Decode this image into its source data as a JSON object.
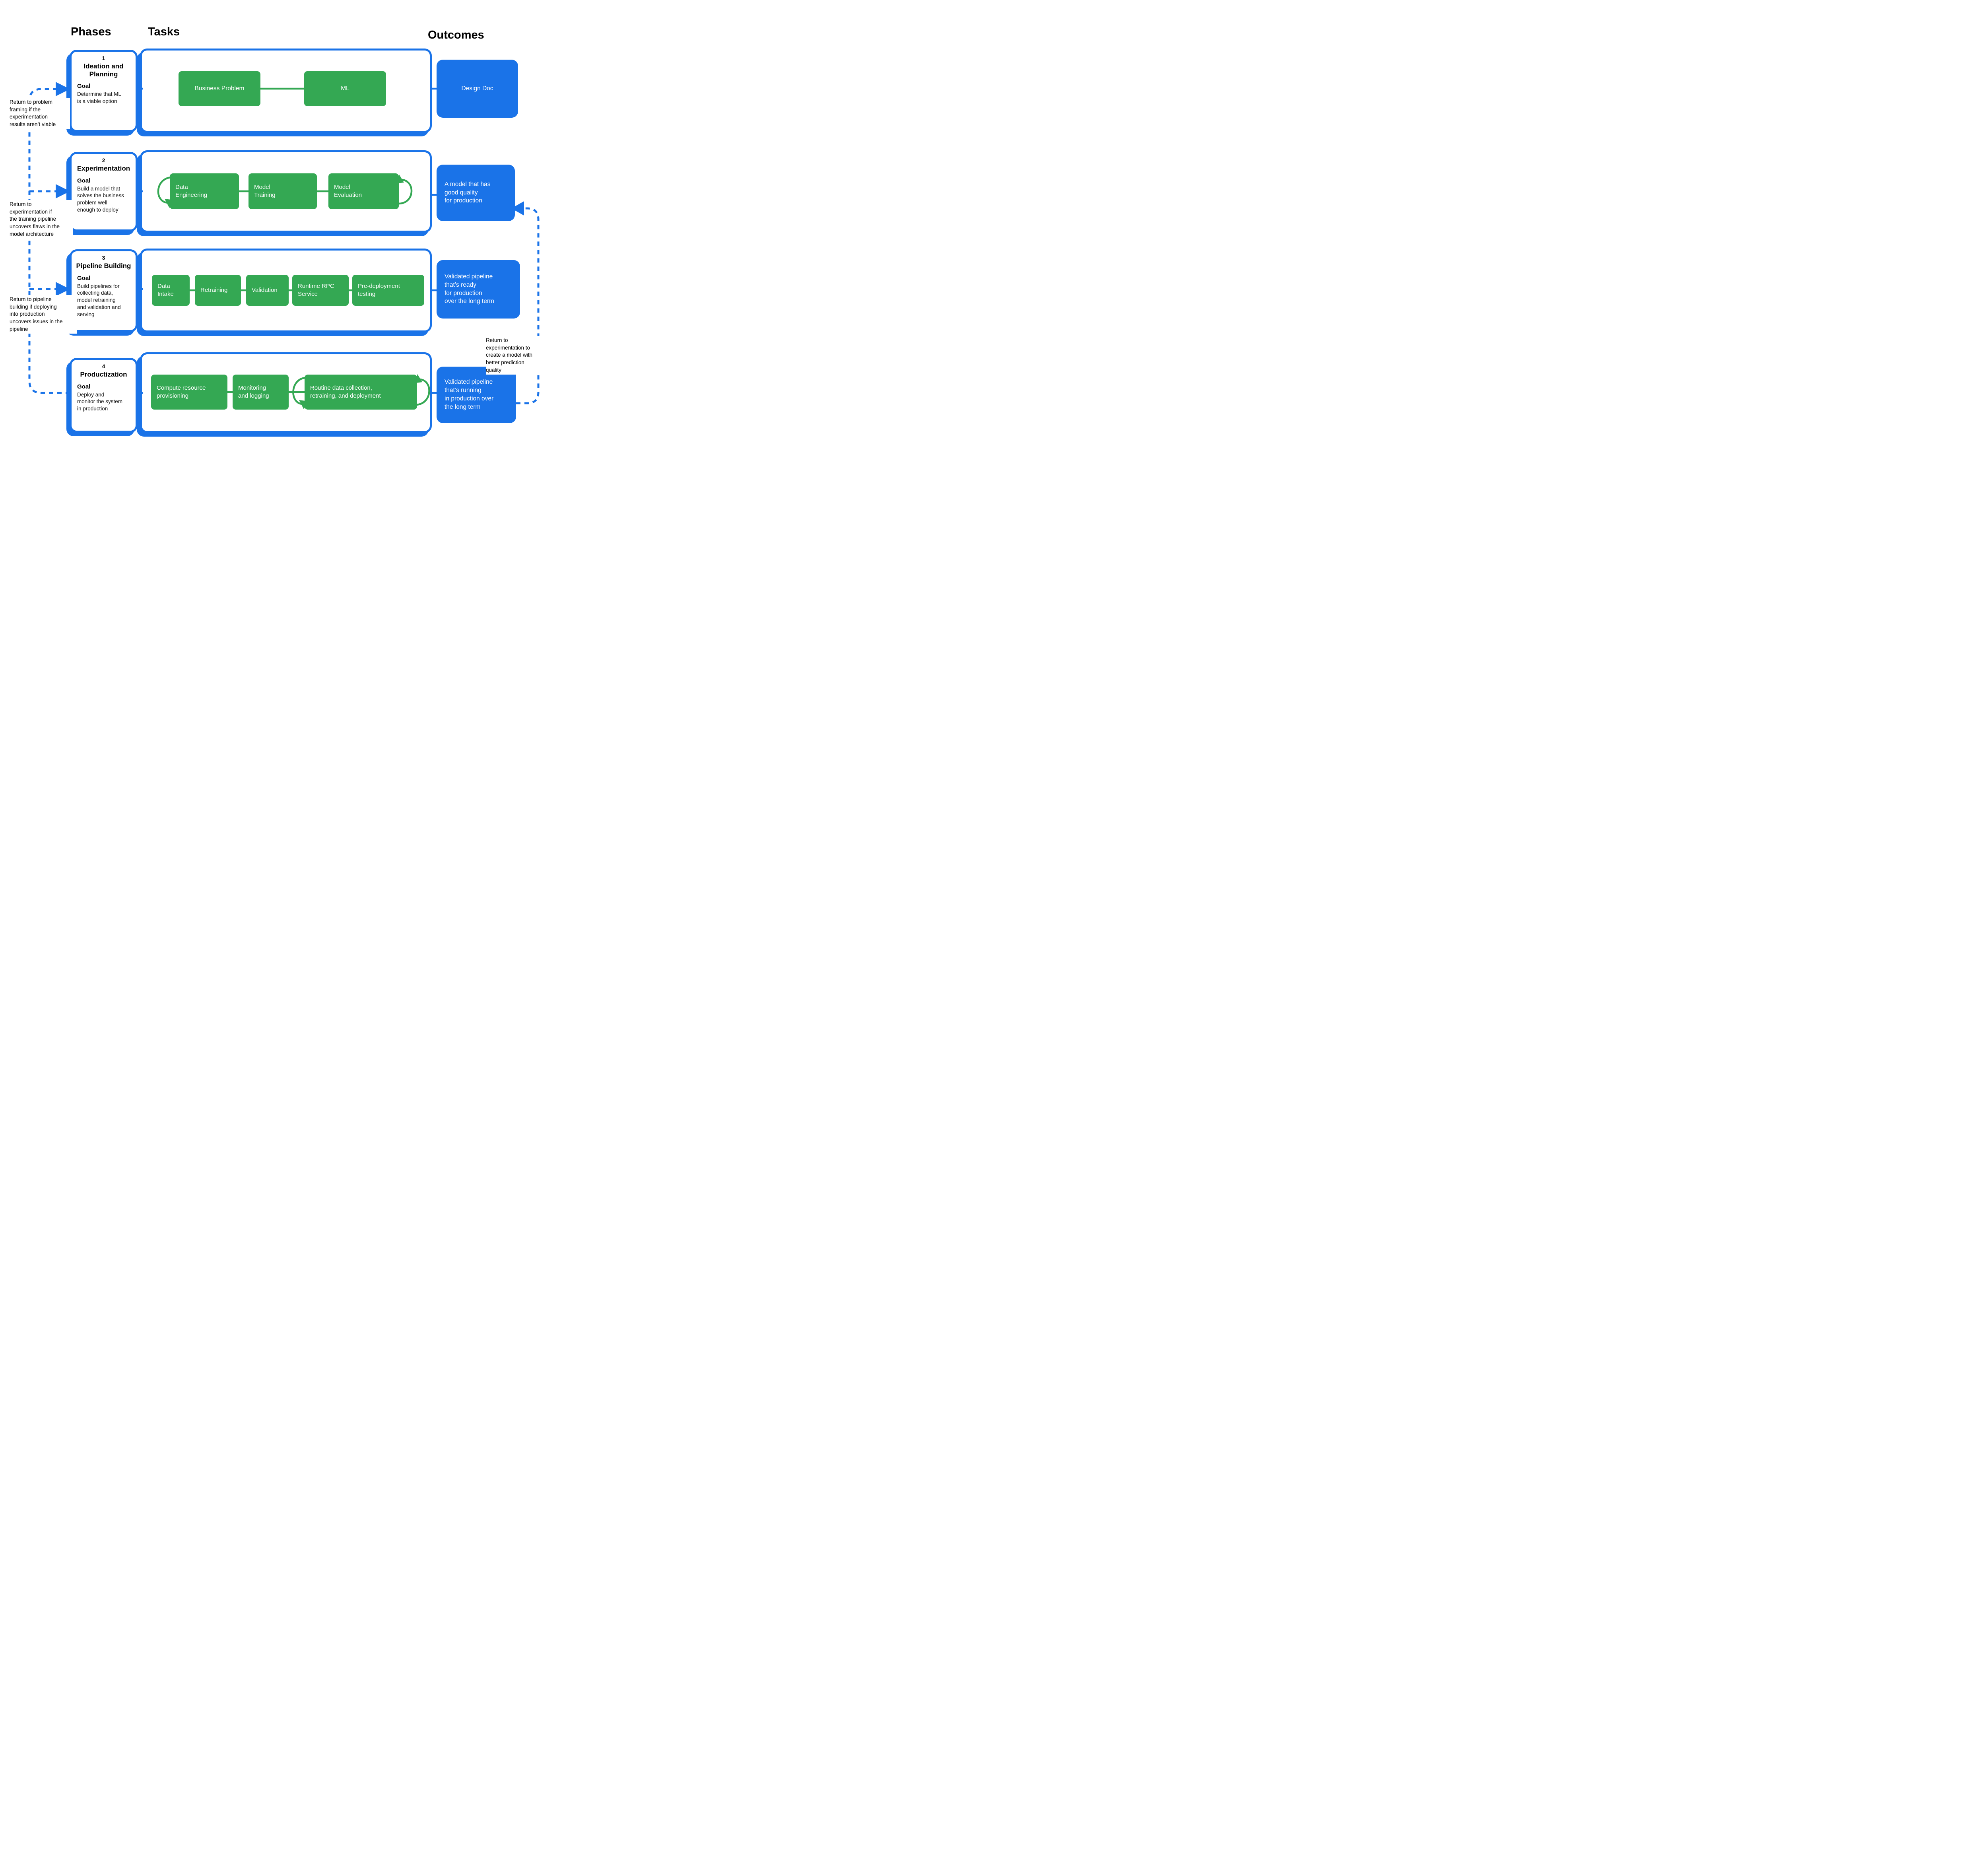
{
  "colors": {
    "primary_blue": "#1a73e8",
    "primary_green": "#34a853",
    "text_black": "#000000",
    "background": "#ffffff"
  },
  "headers": {
    "phases": "Phases",
    "tasks": "Tasks",
    "outcomes": "Outcomes"
  },
  "rows": [
    {
      "phase": {
        "number": "1",
        "title": "Ideation and\nPlanning",
        "goal_label": "Goal",
        "goal": "Determine that ML\nis a viable option"
      },
      "tasks": [
        "Business Problem",
        "ML"
      ],
      "outcome": "Design Doc"
    },
    {
      "phase": {
        "number": "2",
        "title": "Experimentation",
        "goal_label": "Goal",
        "goal": "Build a model that\nsolves the business\nproblem well\nenough to deploy"
      },
      "tasks": [
        "Data\nEngineering",
        "Model\nTraining",
        "Model\nEvaluation"
      ],
      "outcome": "A model that has\ngood quality\nfor production"
    },
    {
      "phase": {
        "number": "3",
        "title": "Pipeline Building",
        "goal_label": "Goal",
        "goal": "Build pipelines for\ncollecting data,\nmodel retraining\nand validation and\nserving"
      },
      "tasks": [
        "Data\nIntake",
        "Retraining",
        "Validation",
        "Runtime RPC\nService",
        "Pre-deployment\ntesting"
      ],
      "outcome": "Validated pipeline\nthat’s ready\nfor production\nover the long term"
    },
    {
      "phase": {
        "number": "4",
        "title": "Productization",
        "goal_label": "Goal",
        "goal": "Deploy and\nmonitor the system\nin production"
      },
      "tasks": [
        "Compute resource\nprovisioning",
        "Monitoring\nand logging",
        "Routine data collection,\nretraining, and deployment"
      ],
      "outcome": "Validated pipeline\nthat’s running\nin production over\nthe long term"
    }
  ],
  "annotations": {
    "left": [
      "Return to problem\nframing if the\nexperimentation\nresults aren’t viable",
      "Return to\nexperimentation if\nthe training pipeline\nuncovers flaws in the\nmodel architecture",
      "Return to pipeline\nbuilding if deploying\ninto production\nuncovers issues in the\npipeline"
    ],
    "right": "Return to\nexperimentation to\ncreate a model with\nbetter prediction\nquality"
  }
}
